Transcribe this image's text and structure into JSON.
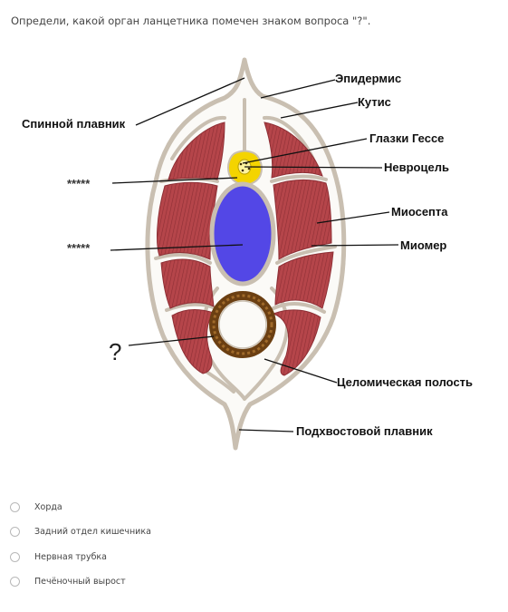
{
  "question": {
    "text": "Определи, какой орган ланцетника помечен знаком вопроса \"?\"."
  },
  "diagram": {
    "labels": {
      "epidermis": "Эпидермис",
      "cutis": "Кутис",
      "dorsal_fin": "Спинной плавник",
      "hesse_eyes": "Глазки Гессе",
      "neurocoel": "Невроцель",
      "myosepta": "Миосепта",
      "myomere": "Миомер",
      "coelom": "Целомическая полость",
      "caudal_fin": "Подхвостовой плавник",
      "hidden_1": "*****",
      "hidden_2": "*****",
      "question_mark": "?"
    },
    "colors": {
      "muscle": "#b5454a",
      "tissue": "#c9bfb1",
      "notochord": "#5347e6",
      "nerve": "#f4d400",
      "gut": "#6b3f12"
    }
  },
  "options": [
    {
      "label": "Хорда"
    },
    {
      "label": "Задний отдел кишечника"
    },
    {
      "label": "Нервная трубка"
    },
    {
      "label": "Печёночный вырост"
    }
  ]
}
